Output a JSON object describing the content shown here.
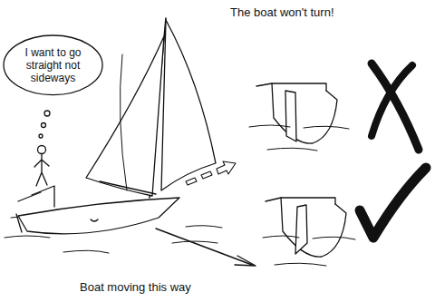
{
  "diagram": {
    "nodes": [
      {
        "text": [
          "I want to go straight not sideways"
        ]
      }
    ],
    "labels": [
      "The boat won't turn!",
      "Boat moving this way"
    ]
  }
}
